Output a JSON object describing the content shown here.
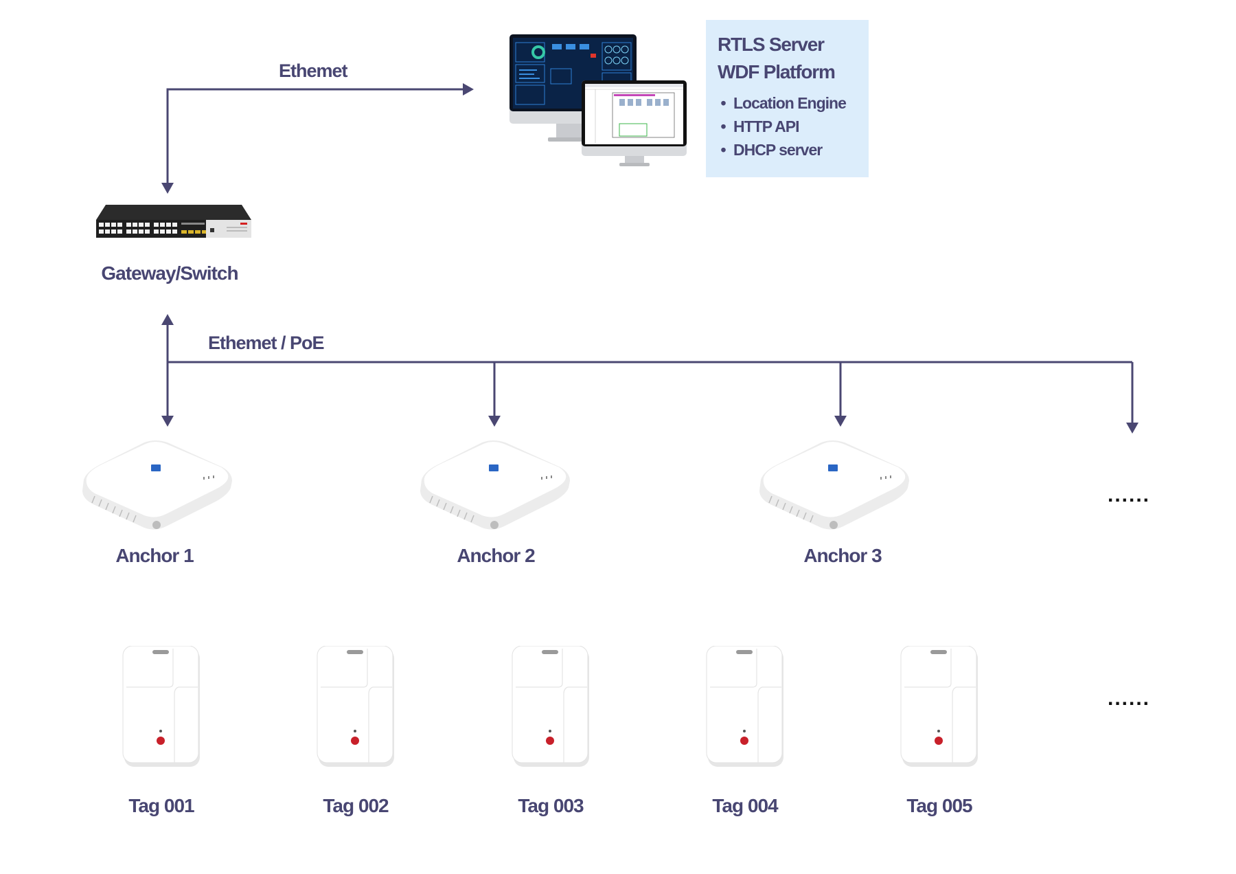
{
  "diagram": {
    "connections": {
      "server_link_label": "Ethemet",
      "anchor_bus_label": "Ethemet / PoE"
    },
    "server": {
      "title_line1": "RTLS Server",
      "title_line2": "WDF Platform",
      "features": [
        "Location Engine",
        "HTTP API",
        "DHCP server"
      ],
      "box_color": "#dcedfb"
    },
    "gateway": {
      "label": "Gateway/Switch"
    },
    "anchors": [
      {
        "label": "Anchor  1"
      },
      {
        "label": "Anchor  2"
      },
      {
        "label": "Anchor  3"
      }
    ],
    "anchors_more": "......",
    "tags": [
      {
        "label": "Tag 001"
      },
      {
        "label": "Tag 002"
      },
      {
        "label": "Tag 003"
      },
      {
        "label": "Tag 004"
      },
      {
        "label": "Tag 005"
      }
    ],
    "tags_more": "......",
    "colors": {
      "line": "#4a4772",
      "text": "#484672",
      "tag_button": "#c8202a",
      "anchor_logo": "#2a66c4"
    }
  }
}
